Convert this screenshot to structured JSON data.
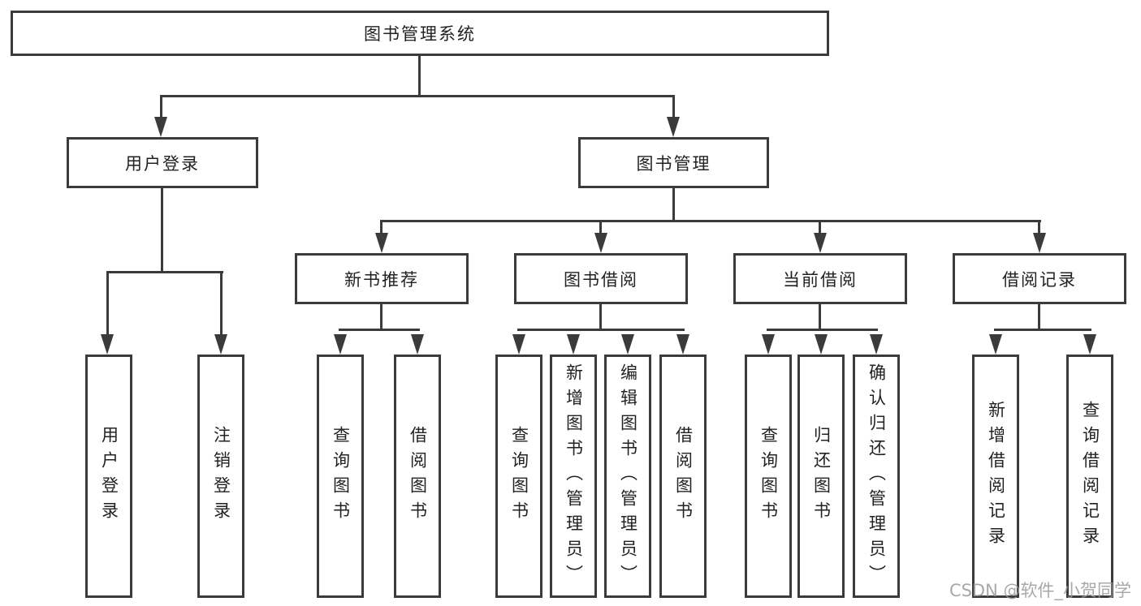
{
  "colors": {
    "line": "#3b3b3b",
    "text": "#222222",
    "watermark": "#9a9a9a"
  },
  "watermark": {
    "text": "CSDN @软件_小贺同学"
  },
  "tree": {
    "label": "图书管理系统",
    "children": [
      {
        "label": "用户登录",
        "children": [
          {
            "label": "用户登录"
          },
          {
            "label": "注销登录"
          }
        ]
      },
      {
        "label": "图书管理",
        "children": [
          {
            "label": "新书推荐",
            "children": [
              {
                "label": "查询图书"
              },
              {
                "label": "借阅图书"
              }
            ]
          },
          {
            "label": "图书借阅",
            "children": [
              {
                "label": "查询图书"
              },
              {
                "label": "新增图书（管理员）"
              },
              {
                "label": "编辑图书（管理员）"
              },
              {
                "label": "借阅图书"
              }
            ]
          },
          {
            "label": "当前借阅",
            "children": [
              {
                "label": "查询图书"
              },
              {
                "label": "归还图书"
              },
              {
                "label": "确认归还（管理员）"
              }
            ]
          },
          {
            "label": "借阅记录",
            "children": [
              {
                "label": "新增借阅记录"
              },
              {
                "label": "查询借阅记录"
              }
            ]
          }
        ]
      }
    ]
  }
}
